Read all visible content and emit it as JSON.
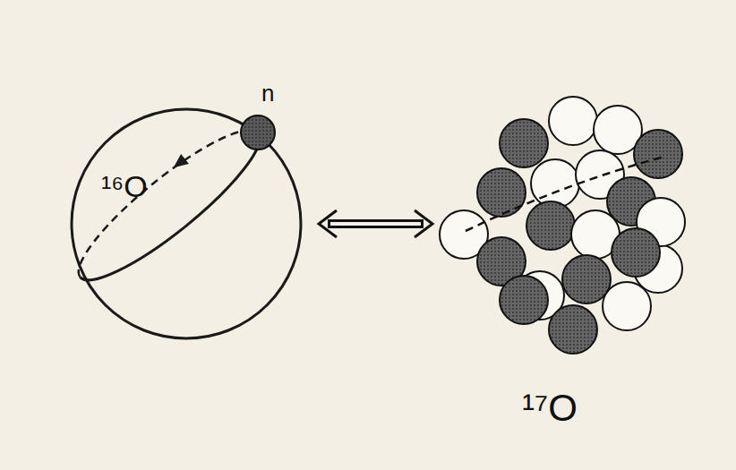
{
  "diagram": {
    "nodes": [
      {
        "text": [
          "¹⁶O"
        ]
      },
      {
        "text": [
          "n"
        ],
        "in": 0
      },
      {
        "text": [
          "¹⁷O"
        ]
      }
    ],
    "edges": [
      {
        "from": 0,
        "to": 2,
        "arrow": "both"
      }
    ]
  }
}
